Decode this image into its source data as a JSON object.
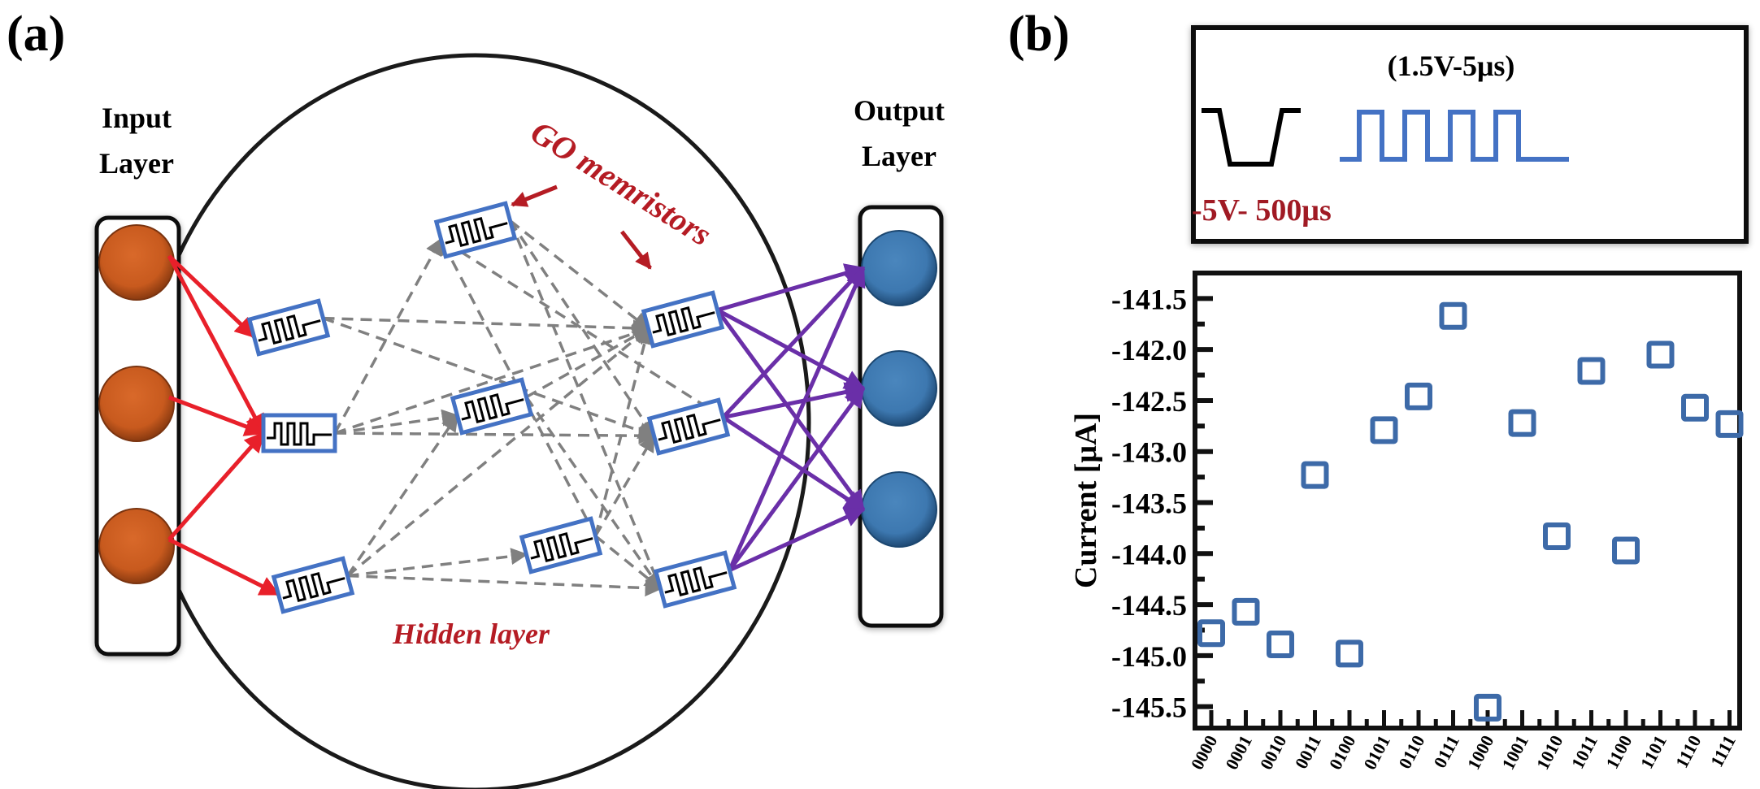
{
  "panel_a": {
    "label": "(a)",
    "input_layer": {
      "title_line1": "Input",
      "title_line2": "Layer",
      "node_count": 3,
      "node_color": "#c85a1e"
    },
    "output_layer": {
      "title_line1": "Output",
      "title_line2": "Layer",
      "node_count": 3,
      "node_color": "#3d78b0"
    },
    "hidden_layer_label": "Hidden layer",
    "memristor_label": "GO memristors",
    "colors": {
      "input_arrows": "#e8202a",
      "hidden_arrows": "#808080",
      "output_arrows": "#6a2fa8",
      "memristor_frame": "#4472c4",
      "annotation": "#b51c24"
    }
  },
  "panel_b": {
    "label": "(b)",
    "inset": {
      "reset_pulse_label": "-5V- 500μs",
      "train_pulse_label": "(1.5V-5μs)",
      "reset_pulse_color": "#000000",
      "train_pulse_color": "#4472c4",
      "train_pulse_count": 4
    }
  },
  "chart_data": {
    "type": "scatter",
    "title": "",
    "xlabel": "",
    "ylabel": "Current [μA]",
    "marker": "open-square",
    "marker_color": "#3d6aa8",
    "categories": [
      "0000",
      "0001",
      "0010",
      "0011",
      "0100",
      "0101",
      "0110",
      "0111",
      "1000",
      "1001",
      "1010",
      "1011",
      "1100",
      "1101",
      "1110",
      "1111"
    ],
    "values": [
      -144.78,
      -144.57,
      -144.89,
      -143.23,
      -144.98,
      -142.79,
      -142.46,
      -141.67,
      -145.51,
      -142.72,
      -143.83,
      -142.21,
      -143.97,
      -142.05,
      -142.57,
      -142.73
    ],
    "yticks": [
      -141.5,
      -142.0,
      -142.5,
      -143.0,
      -143.5,
      -144.0,
      -144.5,
      -145.0,
      -145.5
    ],
    "ytick_labels": [
      "-141.5",
      "-142.0",
      "-142.5",
      "-143.0",
      "-143.5",
      "-144.0",
      "-144.5",
      "-145.0",
      "-145.5"
    ],
    "ylim": [
      -145.71,
      -141.25
    ],
    "grid": false,
    "legend": "none"
  }
}
